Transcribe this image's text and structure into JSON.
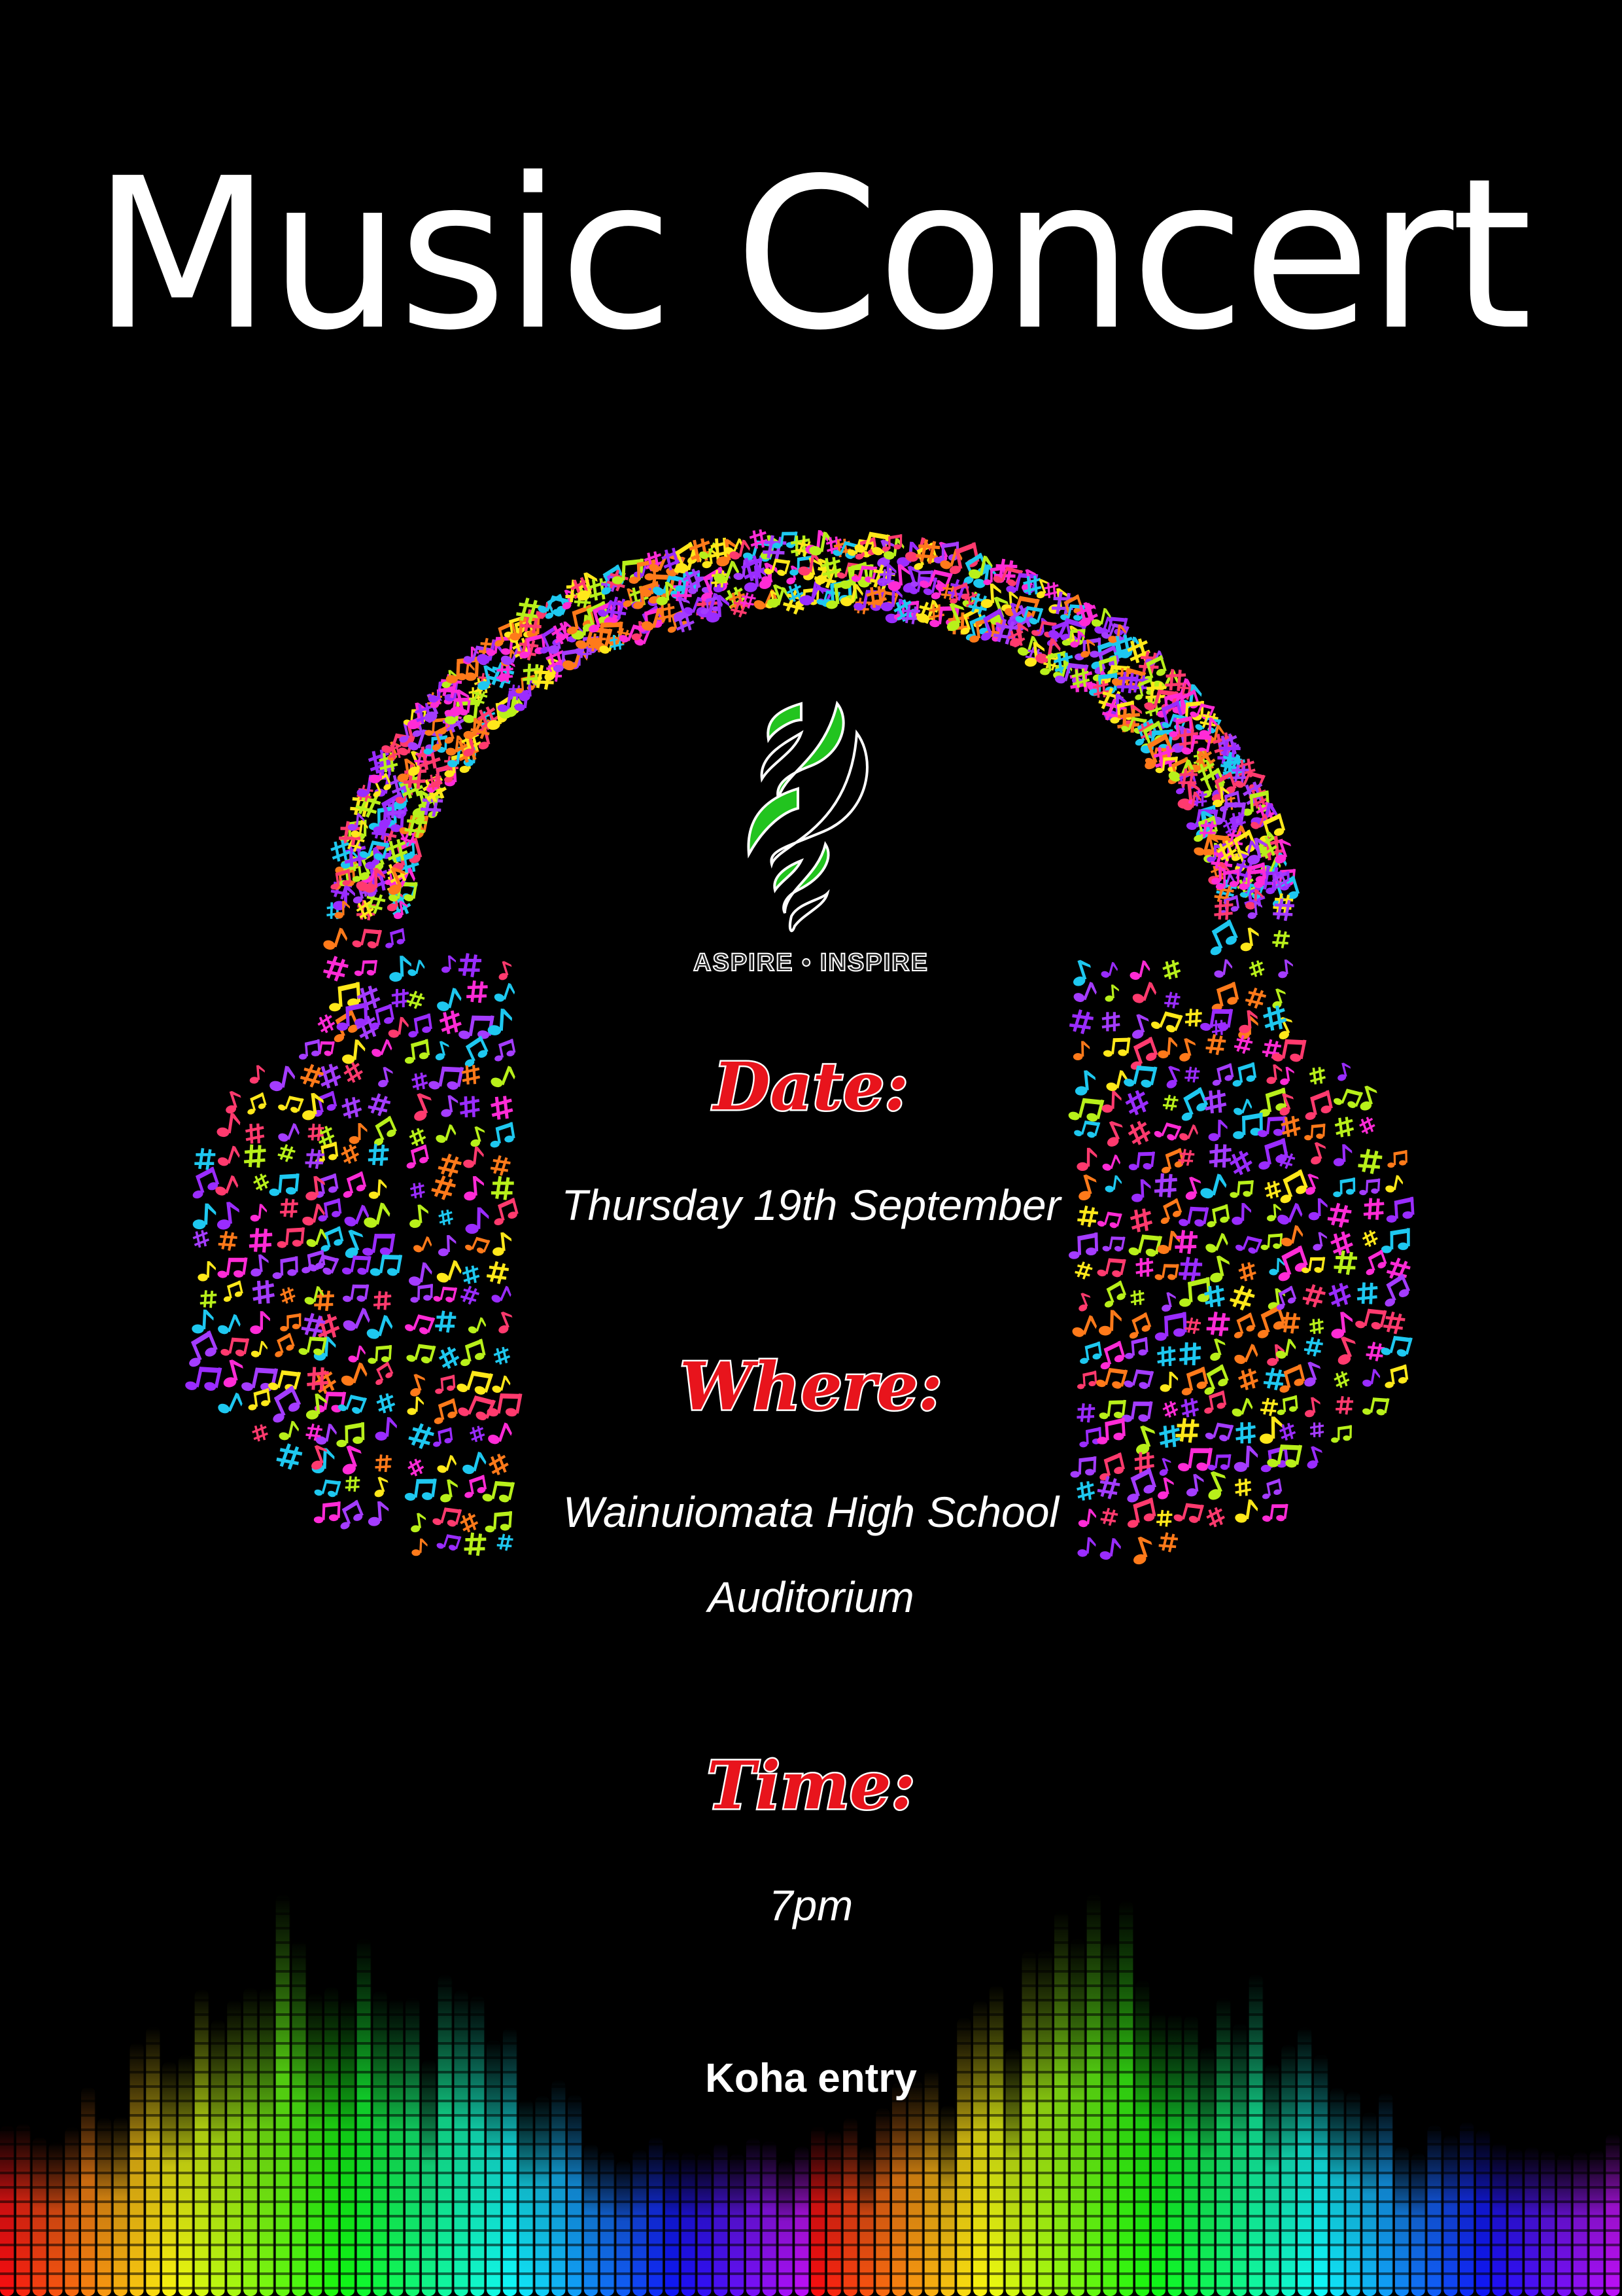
{
  "title": "Music Concert",
  "logo": {
    "motto": "ASPIRE • INSPIRE",
    "accent_color": "#22c41f"
  },
  "date": {
    "label": "Date:",
    "value": "Thursday 19th September"
  },
  "where": {
    "label": "Where:",
    "line1": "Wainuiomata High School",
    "line2": "Auditorium"
  },
  "time": {
    "label": "Time:",
    "value": "7pm"
  },
  "entry": "Koha entry",
  "colors": {
    "label_red": "#e8141c",
    "background": "#000000"
  }
}
